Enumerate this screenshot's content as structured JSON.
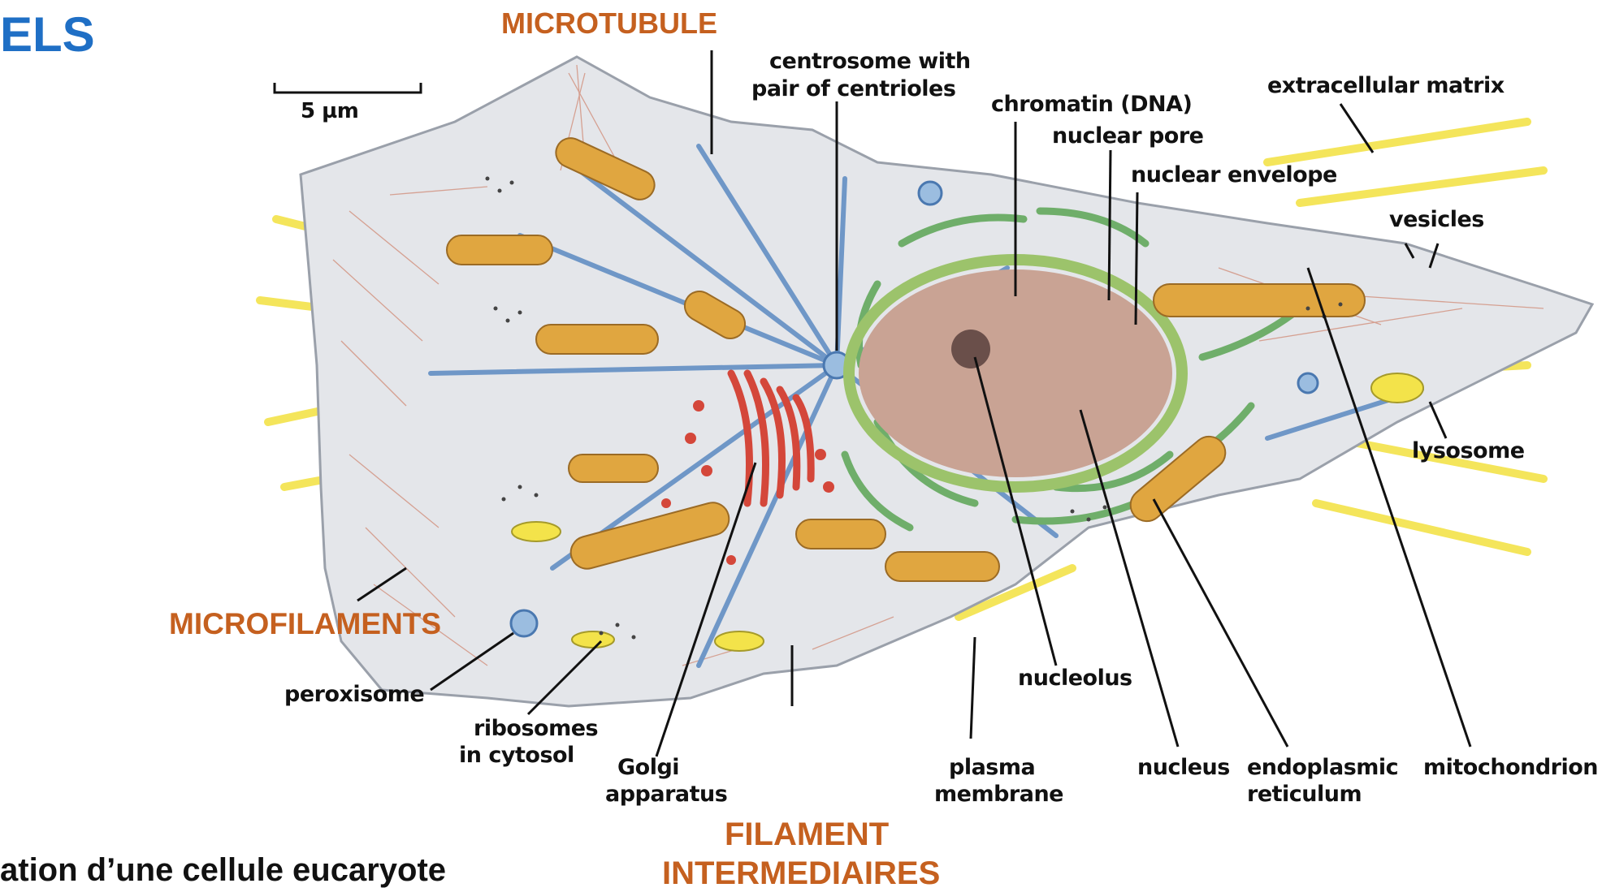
{
  "header": {
    "title_fragment": "ELS"
  },
  "caption": "ation d’une cellule eucaryote",
  "scale_bar": "5 µm",
  "orange_labels": {
    "microtubule": "MICROTUBULE",
    "microfilaments": "MICROFILAMENTS",
    "filament_line1": "FILAMENT",
    "filament_line2": "INTERMEDIAIRES"
  },
  "labels": {
    "centrosome_1": "centrosome with",
    "centrosome_2": "pair of centrioles",
    "chromatin": "chromatin (DNA)",
    "nuclear_pore": "nuclear pore",
    "nuclear_envelope": "nuclear envelope",
    "extracellular_matrix": "extracellular matrix",
    "vesicles": "vesicles",
    "lysosome": "lysosome",
    "peroxisome": "peroxisome",
    "ribosomes_1": "ribosomes",
    "ribosomes_2": "in cytosol",
    "golgi_1": "Golgi",
    "golgi_2": "apparatus",
    "plasma_1": "plasma",
    "plasma_2": "membrane",
    "nucleolus": "nucleolus",
    "nucleus": "nucleus",
    "er_1": "endoplasmic",
    "er_2": "reticulum",
    "mitochondrion": "mitochondrion"
  },
  "colors": {
    "title_blue": "#1f6fc5",
    "label_orange": "#c5601f",
    "cytoplasm": "#e4e6ea",
    "nucleus": "#c9a394",
    "er_green": "#6fae6a",
    "golgi_red": "#d4473a",
    "mitochondria": "#e0a640",
    "microtubule_blue": "#6f97c7",
    "matrix_yellow": "#f3e34a"
  }
}
